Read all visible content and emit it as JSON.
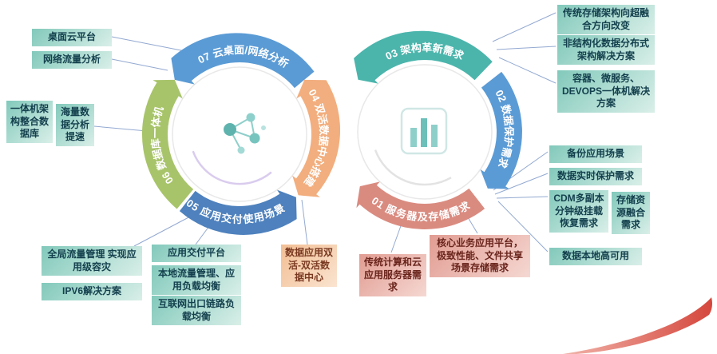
{
  "left_wheel": {
    "center_icon": "network-nodes-icon",
    "segments": [
      {
        "label": "07 云桌面/网络分析",
        "color": "#5B9BD5"
      },
      {
        "label": "06 数据库一体机",
        "color": "#A8C46A"
      },
      {
        "label": "05 应用交付使用场景",
        "color": "#4E81BD"
      },
      {
        "label": "04 双活数据中心搭建",
        "color": "#F2AE7E"
      }
    ]
  },
  "right_wheel": {
    "center_icon": "bar-chart-icon",
    "segments": [
      {
        "label": "03 架构革新需求",
        "color": "#4BB5AC"
      },
      {
        "label": "02 数据保护需求",
        "color": "#5B9BD5"
      },
      {
        "label": "01 服务器及存储需求",
        "color": "#DA8B80"
      }
    ]
  },
  "callouts": {
    "desktop_cloud": "桌面云平台",
    "network_flow_analysis": "网络流量分析",
    "aio_architecture": "一体机架构整合数据库",
    "massive_data_speedup": "海量数据分析提速",
    "global_traffic_dr": "全局流量管理 实现应用级容灾",
    "ipv6_solution": "IPV6解决方案",
    "app_delivery_platform": "应用交付平台",
    "local_traffic_lb": "本地流量管理、应用负载均衡",
    "internet_link_lb": "互联网出口链路负载均衡",
    "dual_active_dc": "数据应用双活-双活数据中心",
    "traditional_cloud_server": "传统计算和云应用服务器需求",
    "core_business_storage": "核心业务应用平台，极致性能、文件共享场景存储需求",
    "hyperconverged_shift": "传统存储架构向超融合方向改变",
    "unstructured_distributed": "非结构化数据分布式架构解决方案",
    "container_devops": "容器、微服务、DEVOPS一体机解决方案",
    "backup_scenario": "备份应用场景",
    "realtime_protection": "数据实时保护需求",
    "cdm_recovery": "CDM多副本分钟级挂载恢复需求",
    "storage_resource_fusion": "存储资源融合需求",
    "local_high_availability": "数据本地高可用"
  },
  "colors": {
    "teal_box_start": "#82C9BB",
    "teal_box_end": "#D9EFE8",
    "orange_box": "#F2BE94",
    "salmon_box": "#E19C92",
    "connector_line": "#93A9D1",
    "swoosh_red": "#D5473D",
    "hub_ring": "#E8E8E8"
  }
}
